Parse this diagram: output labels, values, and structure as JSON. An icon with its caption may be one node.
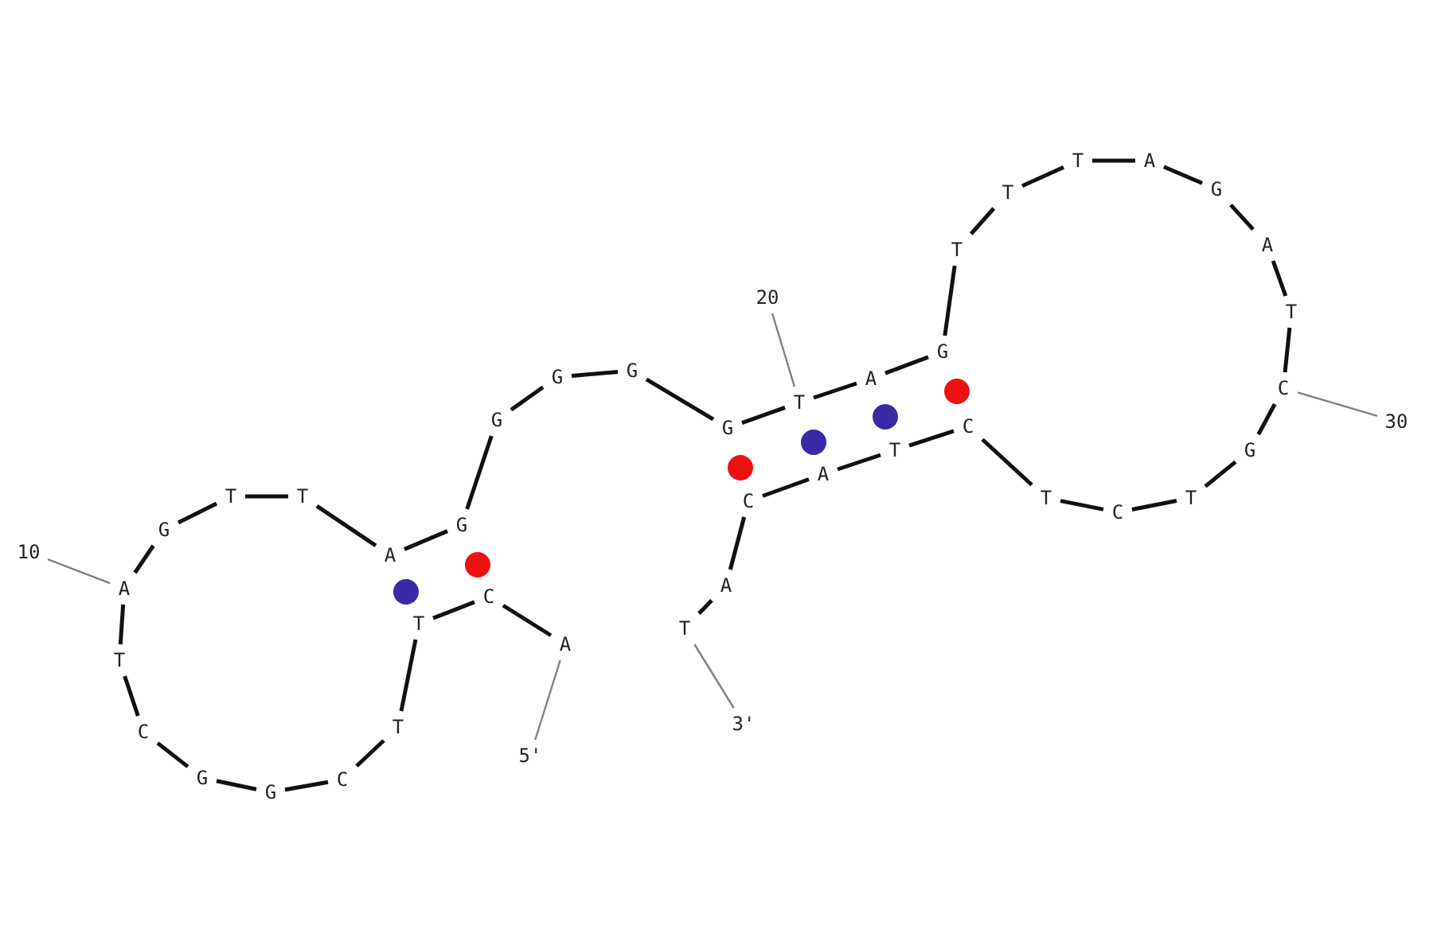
{
  "diagram": {
    "nodes": [
      {
        "text": [
          "A"
        ]
      },
      {
        "text": [
          "C"
        ]
      },
      {
        "text": [
          "T"
        ]
      },
      {
        "text": [
          "T"
        ]
      },
      {
        "text": [
          "C"
        ]
      },
      {
        "text": [
          "G"
        ]
      },
      {
        "text": [
          "G"
        ]
      },
      {
        "text": [
          "C"
        ]
      },
      {
        "text": [
          "T"
        ]
      },
      {
        "text": [
          "A"
        ]
      },
      {
        "text": [
          "G"
        ]
      },
      {
        "text": [
          "T"
        ]
      },
      {
        "text": [
          "T"
        ]
      },
      {
        "text": [
          "A"
        ]
      },
      {
        "text": [
          "G"
        ]
      },
      {
        "text": [
          "G"
        ]
      },
      {
        "text": [
          "G"
        ]
      },
      {
        "text": [
          "G"
        ]
      },
      {
        "text": [
          "G"
        ]
      },
      {
        "text": [
          "T"
        ]
      },
      {
        "text": [
          "A"
        ]
      },
      {
        "text": [
          "G"
        ]
      },
      {
        "text": [
          "T"
        ]
      },
      {
        "text": [
          "T"
        ]
      },
      {
        "text": [
          "T"
        ]
      },
      {
        "text": [
          "A"
        ]
      },
      {
        "text": [
          "G"
        ]
      },
      {
        "text": [
          "A"
        ]
      },
      {
        "text": [
          "T"
        ]
      },
      {
        "text": [
          "C"
        ]
      },
      {
        "text": [
          "G"
        ]
      },
      {
        "text": [
          "T"
        ]
      },
      {
        "text": [
          "C"
        ]
      },
      {
        "text": [
          "T"
        ]
      },
      {
        "text": [
          "C"
        ]
      },
      {
        "text": [
          "T"
        ]
      },
      {
        "text": [
          "A"
        ]
      },
      {
        "text": [
          "C"
        ]
      },
      {
        "text": [
          "A"
        ]
      },
      {
        "text": [
          "T"
        ]
      },
      {
        "text": [],
        "shape": "circle"
      },
      {
        "text": [],
        "shape": "circle"
      },
      {
        "text": [],
        "shape": "circle"
      },
      {
        "text": [],
        "shape": "circle"
      },
      {
        "text": [],
        "shape": "circle"
      },
      {
        "text": [],
        "shape": "circle"
      },
      {
        "text": [
          "10"
        ]
      },
      {
        "text": [
          "20"
        ]
      },
      {
        "text": [
          "30"
        ]
      },
      {
        "text": [
          "5'"
        ]
      },
      {
        "text": [
          "3'"
        ]
      }
    ],
    "edges": [
      {
        "from": 0,
        "to": 1,
        "arrow": "none"
      },
      {
        "from": 1,
        "to": 2,
        "arrow": "none"
      },
      {
        "from": 2,
        "to": 3,
        "arrow": "none"
      },
      {
        "from": 3,
        "to": 4,
        "arrow": "none"
      },
      {
        "from": 4,
        "to": 5,
        "arrow": "none"
      },
      {
        "from": 5,
        "to": 6,
        "arrow": "none"
      },
      {
        "from": 6,
        "to": 7,
        "arrow": "none"
      },
      {
        "from": 7,
        "to": 8,
        "arrow": "none"
      },
      {
        "from": 8,
        "to": 9,
        "arrow": "none"
      },
      {
        "from": 9,
        "to": 10,
        "arrow": "none"
      },
      {
        "from": 10,
        "to": 11,
        "arrow": "none"
      },
      {
        "from": 11,
        "to": 12,
        "arrow": "none"
      },
      {
        "from": 12,
        "to": 13,
        "arrow": "none"
      },
      {
        "from": 13,
        "to": 14,
        "arrow": "none"
      },
      {
        "from": 14,
        "to": 15,
        "arrow": "none"
      },
      {
        "from": 15,
        "to": 16,
        "arrow": "none"
      },
      {
        "from": 16,
        "to": 17,
        "arrow": "none"
      },
      {
        "from": 17,
        "to": 18,
        "arrow": "none"
      },
      {
        "from": 18,
        "to": 19,
        "arrow": "none"
      },
      {
        "from": 19,
        "to": 20,
        "arrow": "none"
      },
      {
        "from": 20,
        "to": 21,
        "arrow": "none"
      },
      {
        "from": 21,
        "to": 22,
        "arrow": "none"
      },
      {
        "from": 22,
        "to": 23,
        "arrow": "none"
      },
      {
        "from": 23,
        "to": 24,
        "arrow": "none"
      },
      {
        "from": 24,
        "to": 25,
        "arrow": "none"
      },
      {
        "from": 25,
        "to": 26,
        "arrow": "none"
      },
      {
        "from": 26,
        "to": 27,
        "arrow": "none"
      },
      {
        "from": 27,
        "to": 28,
        "arrow": "none"
      },
      {
        "from": 28,
        "to": 29,
        "arrow": "none"
      },
      {
        "from": 29,
        "to": 30,
        "arrow": "none"
      },
      {
        "from": 30,
        "to": 31,
        "arrow": "none"
      },
      {
        "from": 31,
        "to": 32,
        "arrow": "none"
      },
      {
        "from": 32,
        "to": 33,
        "arrow": "none"
      },
      {
        "from": 33,
        "to": 34,
        "arrow": "none"
      },
      {
        "from": 34,
        "to": 35,
        "arrow": "none"
      },
      {
        "from": 35,
        "to": 36,
        "arrow": "none"
      },
      {
        "from": 36,
        "to": 37,
        "arrow": "none"
      },
      {
        "from": 37,
        "to": 38,
        "arrow": "none"
      },
      {
        "from": 38,
        "to": 39,
        "arrow": "none"
      },
      {
        "from": 46,
        "to": 9,
        "arrow": "none",
        "color": "#808080"
      },
      {
        "from": 47,
        "to": 19,
        "arrow": "none",
        "color": "#808080"
      },
      {
        "from": 48,
        "to": 29,
        "arrow": "none",
        "color": "#808080"
      },
      {
        "from": 49,
        "to": 0,
        "arrow": "none",
        "color": "#808080"
      },
      {
        "from": 50,
        "to": 39,
        "arrow": "none",
        "color": "#808080"
      }
    ]
  }
}
